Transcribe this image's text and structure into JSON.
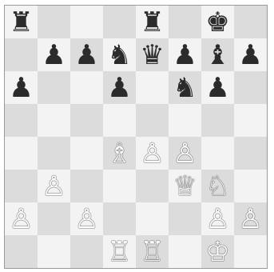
{
  "board": {
    "orientation": "white-bottom",
    "colors": {
      "light": "#f3f3f3",
      "dark": "#dcdcdc",
      "white_piece": "#ffffff",
      "black_piece": "#2b2b2b"
    },
    "ranks": [
      [
        "r",
        "",
        "",
        "",
        "r",
        "",
        "k",
        ""
      ],
      [
        "",
        "p",
        "p",
        "n",
        "q",
        "p",
        "b",
        "p"
      ],
      [
        "p",
        "",
        "",
        "p",
        "",
        "n",
        "p",
        ""
      ],
      [
        "",
        "",
        "",
        "",
        "",
        "",
        "",
        ""
      ],
      [
        "",
        "",
        "",
        "B",
        "P",
        "P",
        "",
        ""
      ],
      [
        "",
        "P",
        "",
        "",
        "",
        "Q",
        "N",
        ""
      ],
      [
        "P",
        "",
        "P",
        "",
        "",
        "",
        "P",
        "P"
      ],
      [
        "",
        "",
        "",
        "R",
        "R",
        "",
        "K",
        ""
      ]
    ]
  },
  "glyphs": {
    "K": "♔",
    "Q": "♕",
    "R": "♖",
    "B": "♗",
    "N": "♘",
    "P": "♙",
    "k": "♚",
    "q": "♛",
    "r": "♜",
    "b": "♝",
    "n": "♞",
    "p": "♟"
  },
  "piece_names": {
    "K": "white-king",
    "Q": "white-queen",
    "R": "white-rook",
    "B": "white-bishop",
    "N": "white-knight",
    "P": "white-pawn",
    "k": "black-king",
    "q": "black-queen",
    "r": "black-rook",
    "b": "black-bishop",
    "n": "black-knight",
    "p": "black-pawn"
  }
}
